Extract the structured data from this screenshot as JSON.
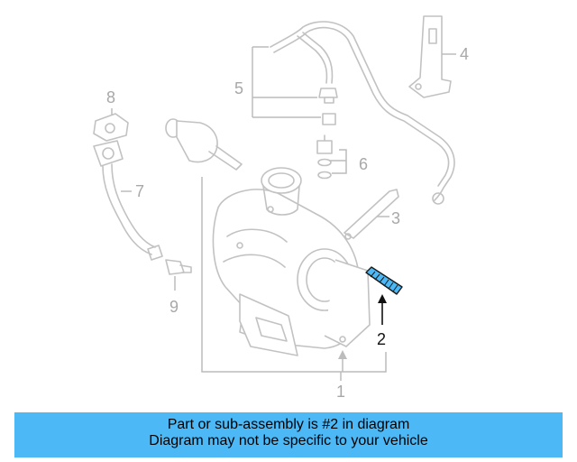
{
  "colors": {
    "banner_background": "#4cb8f5",
    "highlight_part": "#4cb8f5",
    "part_stroke": "#c2c2c2",
    "callout_inactive": "#a8a8a8",
    "callout_active": "#111111"
  },
  "callouts": [
    {
      "id": "1",
      "label": "1",
      "highlighted": false
    },
    {
      "id": "2",
      "label": "2",
      "highlighted": true
    },
    {
      "id": "3",
      "label": "3",
      "highlighted": false
    },
    {
      "id": "4",
      "label": "4",
      "highlighted": false
    },
    {
      "id": "5",
      "label": "5",
      "highlighted": false
    },
    {
      "id": "6",
      "label": "6",
      "highlighted": false
    },
    {
      "id": "7",
      "label": "7",
      "highlighted": false
    },
    {
      "id": "8",
      "label": "8",
      "highlighted": false
    },
    {
      "id": "9",
      "label": "9",
      "highlighted": false
    }
  ],
  "banner": {
    "line1": "Part or sub-assembly is #2 in diagram",
    "line2": "Diagram may not be specific to your vehicle"
  }
}
